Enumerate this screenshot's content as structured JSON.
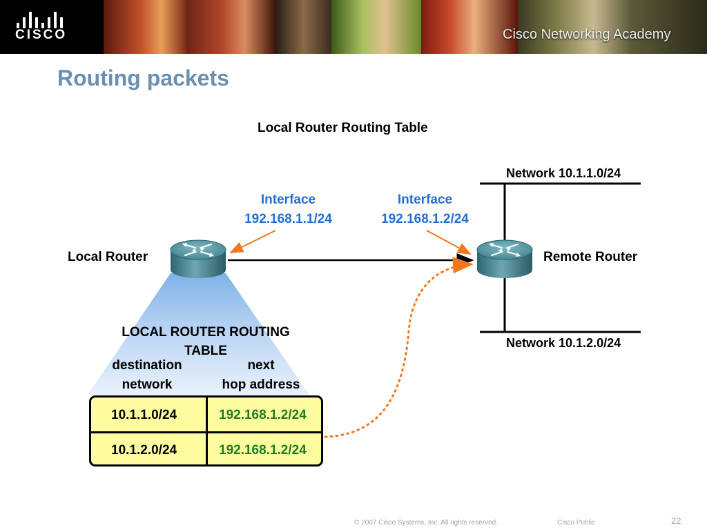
{
  "header": {
    "brand": "CISCO",
    "academy_brand": "Cisco",
    "academy_name": "Networking Academy"
  },
  "title": "Routing packets",
  "diagram": {
    "heading": "Local Router Routing Table",
    "local_interface": {
      "label": "Interface",
      "address": "192.168.1.1/24"
    },
    "remote_interface": {
      "label": "Interface",
      "address": "192.168.1.2/24"
    },
    "local_router": "Local Router",
    "remote_router": "Remote Router",
    "network_top": "Network 10.1.1.0/24",
    "network_bottom": "Network 10.1.2.0/24",
    "routing_table": {
      "title_line1": "LOCAL ROUTER ROUTING",
      "title_line2": "TABLE",
      "col1_line1": "destination",
      "col1_line2": "network",
      "col2_line1": "next",
      "col2_line2": "hop address",
      "rows": [
        {
          "destination": "10.1.1.0/24",
          "next_hop": "192.168.1.2/24"
        },
        {
          "destination": "10.1.2.0/24",
          "next_hop": "192.168.1.2/24"
        }
      ]
    }
  },
  "footer": {
    "copyright": "© 2007 Cisco Systems, Inc. All rights reserved.",
    "classification": "Cisco Public",
    "page": "22"
  },
  "colors": {
    "title": "#6a8fb0",
    "interface_text": "#1f6fd6",
    "next_hop_text": "#1f7a1f",
    "table_fill": "#fffd9f",
    "pointer_arrow": "#f07820",
    "router_body": "#3d7f8c"
  },
  "icons": [
    "cisco-logo-icon",
    "router-icon",
    "arrow-icon"
  ]
}
